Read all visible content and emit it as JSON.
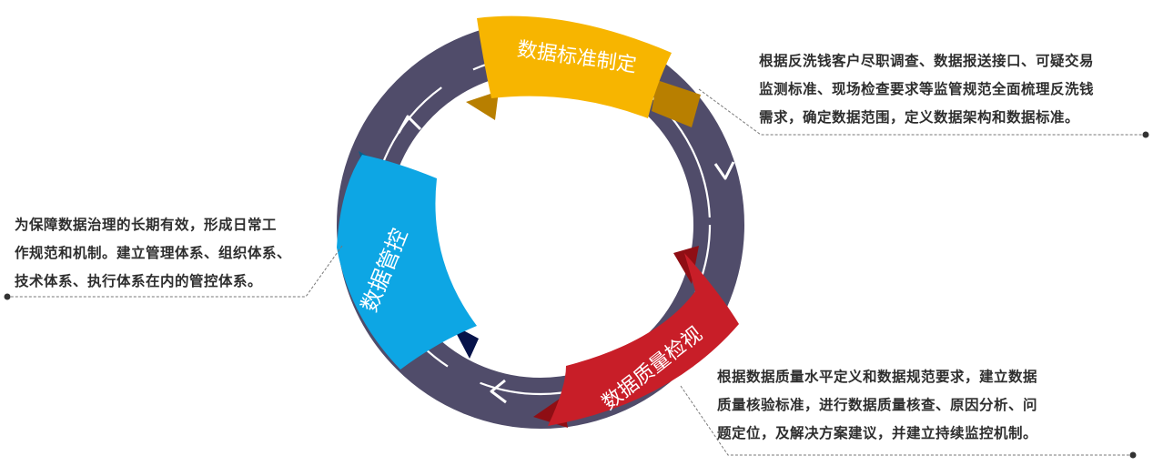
{
  "cycle": {
    "ring_color": "#504c6a",
    "arrow_color": "#ffffff",
    "stages": [
      {
        "label": "数据标准制定",
        "color": "#f7b500",
        "description_lines": [
          "根据反洗钱客户尽职调查、数据报送接口、可疑交易",
          "监测标准、现场检查要求等监管规范全面梳理反洗钱",
          "需求，确定数据范围，定义数据架构和数据标准。"
        ]
      },
      {
        "label": "数据质量检视",
        "color": "#c81e28",
        "description_lines": [
          "根据数据质量水平定义和数据规范要求，建立数据",
          "质量核验标准，进行数据质量核查、原因分析、问",
          "题定位，及解决方案建议，并建立持续监控机制。"
        ]
      },
      {
        "label": "数据管控",
        "color": "#0da6e4",
        "description_lines": [
          "为保障数据治理的长期有效，形成日常工",
          "作规范和机制。建立管理体系、组织体系、",
          "技术体系、执行体系在内的管控体系。"
        ]
      }
    ]
  }
}
